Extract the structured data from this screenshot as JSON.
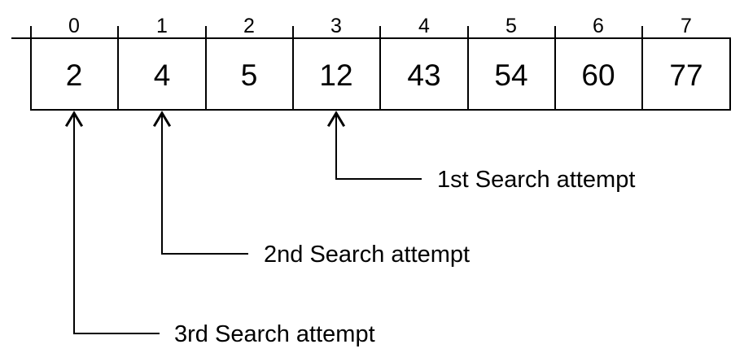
{
  "array": {
    "indices": [
      "0",
      "1",
      "2",
      "3",
      "4",
      "5",
      "6",
      "7"
    ],
    "values": [
      "2",
      "4",
      "5",
      "12",
      "43",
      "54",
      "60",
      "77"
    ]
  },
  "attempts": [
    {
      "label": "1st Search attempt",
      "target_index": 3
    },
    {
      "label": "2nd Search attempt",
      "target_index": 1
    },
    {
      "label": "3rd Search attempt",
      "target_index": 0
    }
  ]
}
